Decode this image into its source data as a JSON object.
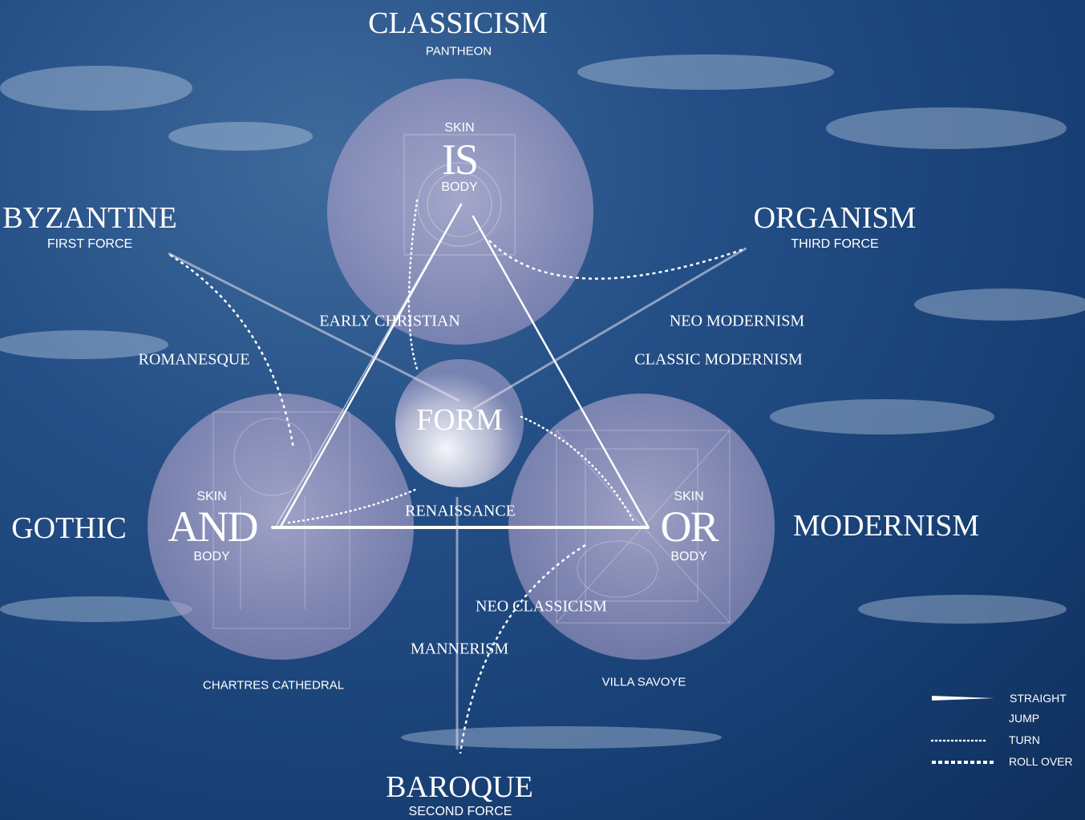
{
  "top": {
    "title": "CLASSICISM",
    "subtitle": "PANTHEON"
  },
  "bottom": {
    "title": "BAROQUE",
    "subtitle": "SECOND FORCE"
  },
  "left_top": {
    "title": "BYZANTINE",
    "subtitle": "FIRST FORCE"
  },
  "right_top": {
    "title": "ORGANISM",
    "subtitle": "THIRD FORCE"
  },
  "left": {
    "title": "GOTHIC"
  },
  "right": {
    "title": "MODERNISM"
  },
  "nodes": {
    "is": {
      "skin": "SKIN",
      "word": "IS",
      "body": "BODY"
    },
    "and": {
      "skin": "SKIN",
      "word": "AND",
      "body": "BODY"
    },
    "or": {
      "skin": "SKIN",
      "word": "OR",
      "body": "BODY"
    },
    "form": {
      "word": "FORM"
    }
  },
  "styles": {
    "early_christian": "EARLY CHRISTIAN",
    "romanesque": "ROMANESQUE",
    "neo_modernism": "NEO MODERNISM",
    "classic_modernism": "CLASSIC MODERNISM",
    "renaissance": "RENAISSANCE",
    "neo_classicism": "NEO CLASSICISM",
    "mannerism": "MANNERISM"
  },
  "buildings": {
    "left": "CHARTRES CATHEDRAL",
    "right": "VILLA SAVOYE"
  },
  "legend": {
    "straight": "STRAIGHT",
    "jump": "JUMP",
    "turn": "TURN",
    "roll_over": "ROLL OVER"
  },
  "colors": {
    "sky": "#1d4a80",
    "circle": "#b7adcf",
    "line": "#ffffff"
  }
}
